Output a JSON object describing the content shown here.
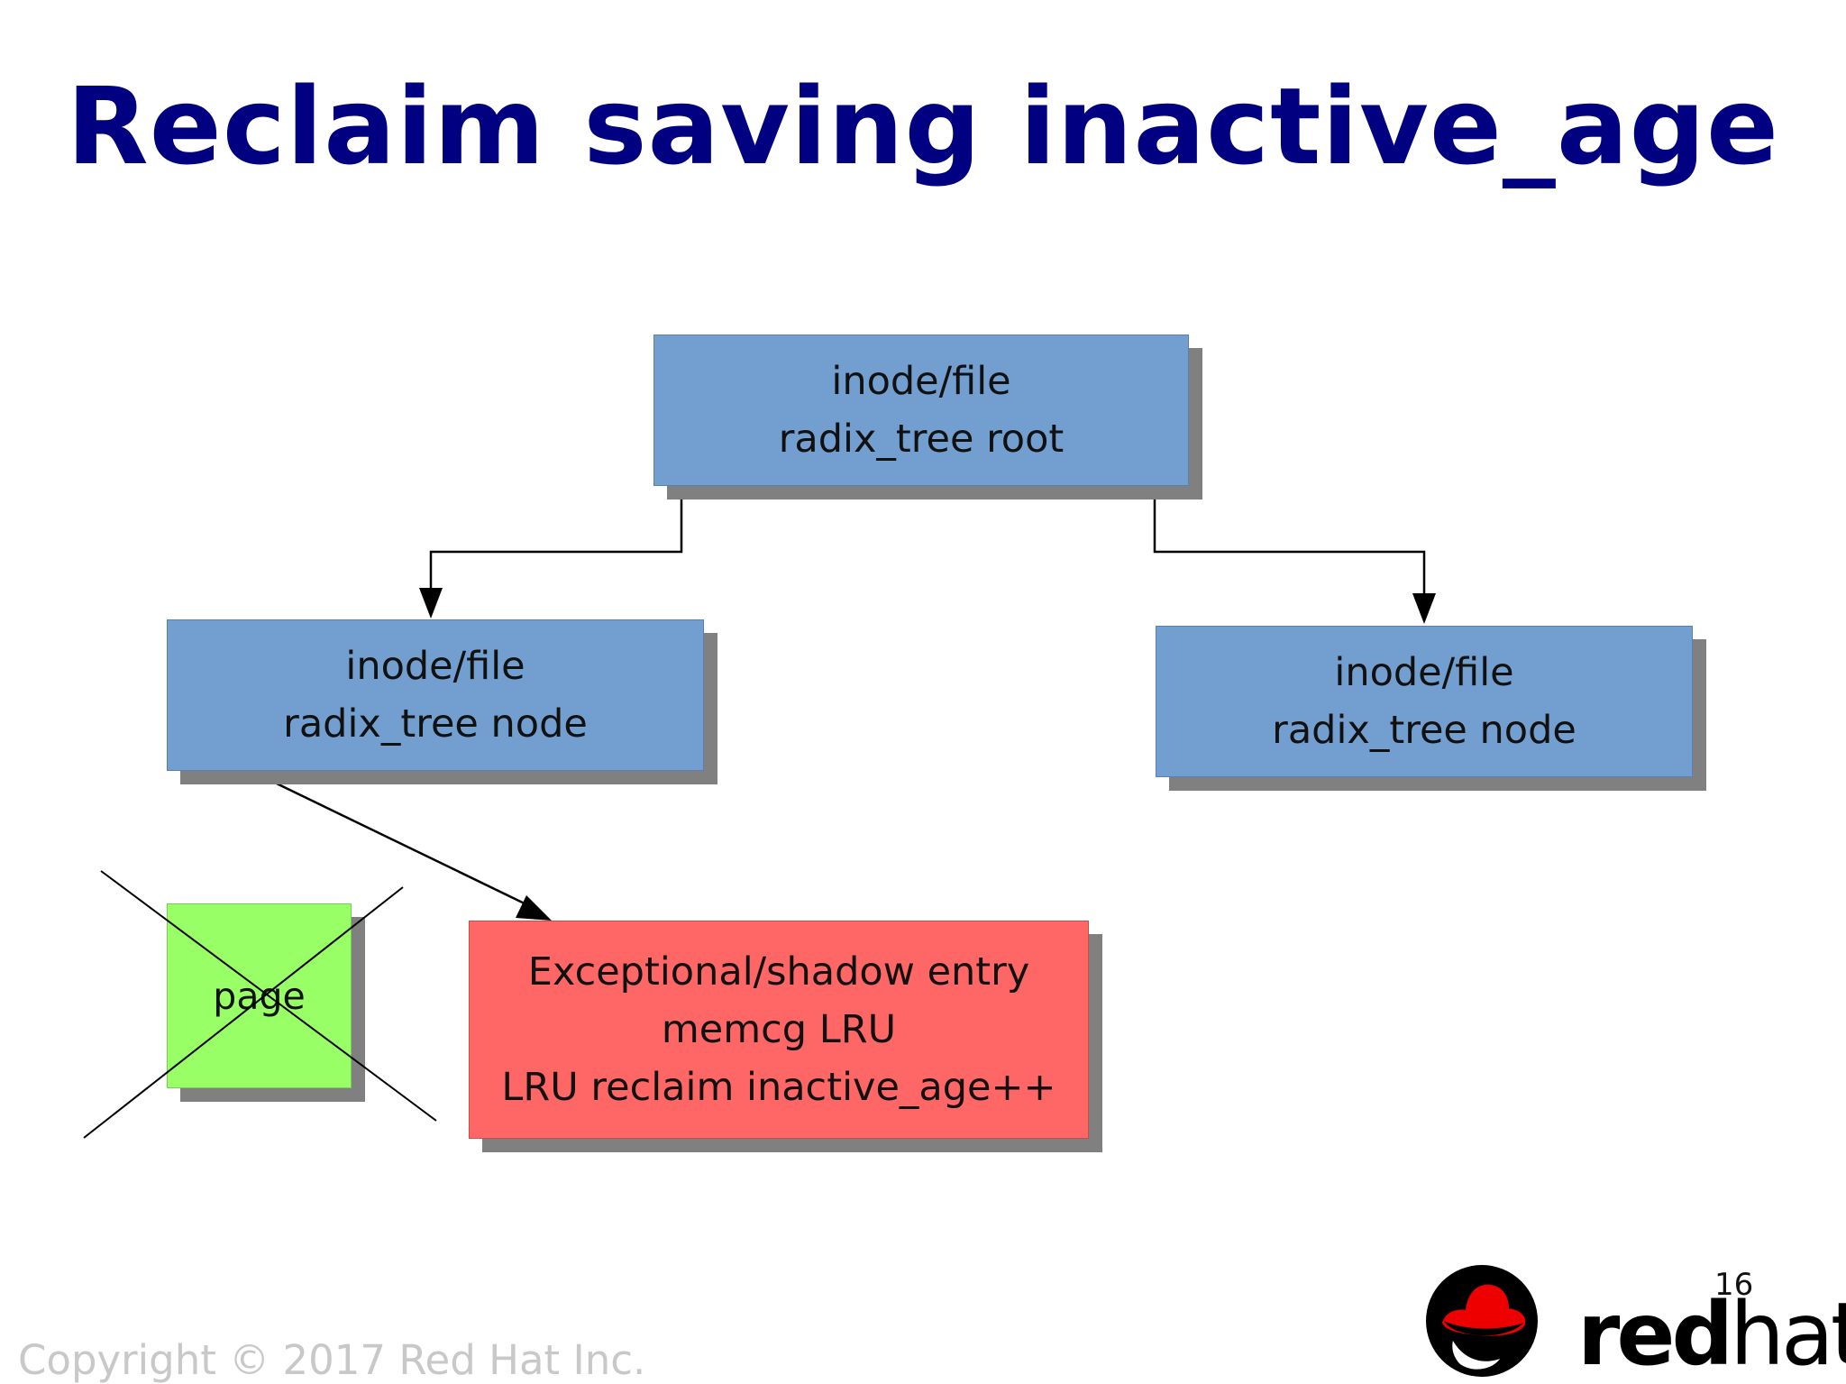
{
  "title": "Reclaim saving inactive_age",
  "nodes": {
    "root": {
      "line1": "inode/file",
      "line2": "radix_tree root"
    },
    "left_node": {
      "line1": "inode/file",
      "line2": "radix_tree node"
    },
    "right_node": {
      "line1": "inode/file",
      "line2": "radix_tree node"
    },
    "shadow_entry": {
      "line1": "Exceptional/shadow entry",
      "line2": "memcg LRU",
      "line3": "LRU reclaim inactive_age++"
    },
    "page": {
      "label": "page",
      "crossed_out": true
    }
  },
  "edges": [
    {
      "from": "root",
      "to": "left_node"
    },
    {
      "from": "root",
      "to": "right_node"
    },
    {
      "from": "left_node",
      "to": "shadow_entry"
    }
  ],
  "colors": {
    "title": "#000080",
    "tree_box": "#729fcf",
    "shadow_box": "#ff6666",
    "page_box": "#99ff66",
    "shadow": "#808080",
    "logo_red": "#ee0000"
  },
  "footer": {
    "copyright": "Copyright © 2017 Red Hat Inc.",
    "page_number": "16",
    "brand_red": "red",
    "brand_hat": "hat",
    "brand_dot": "."
  }
}
